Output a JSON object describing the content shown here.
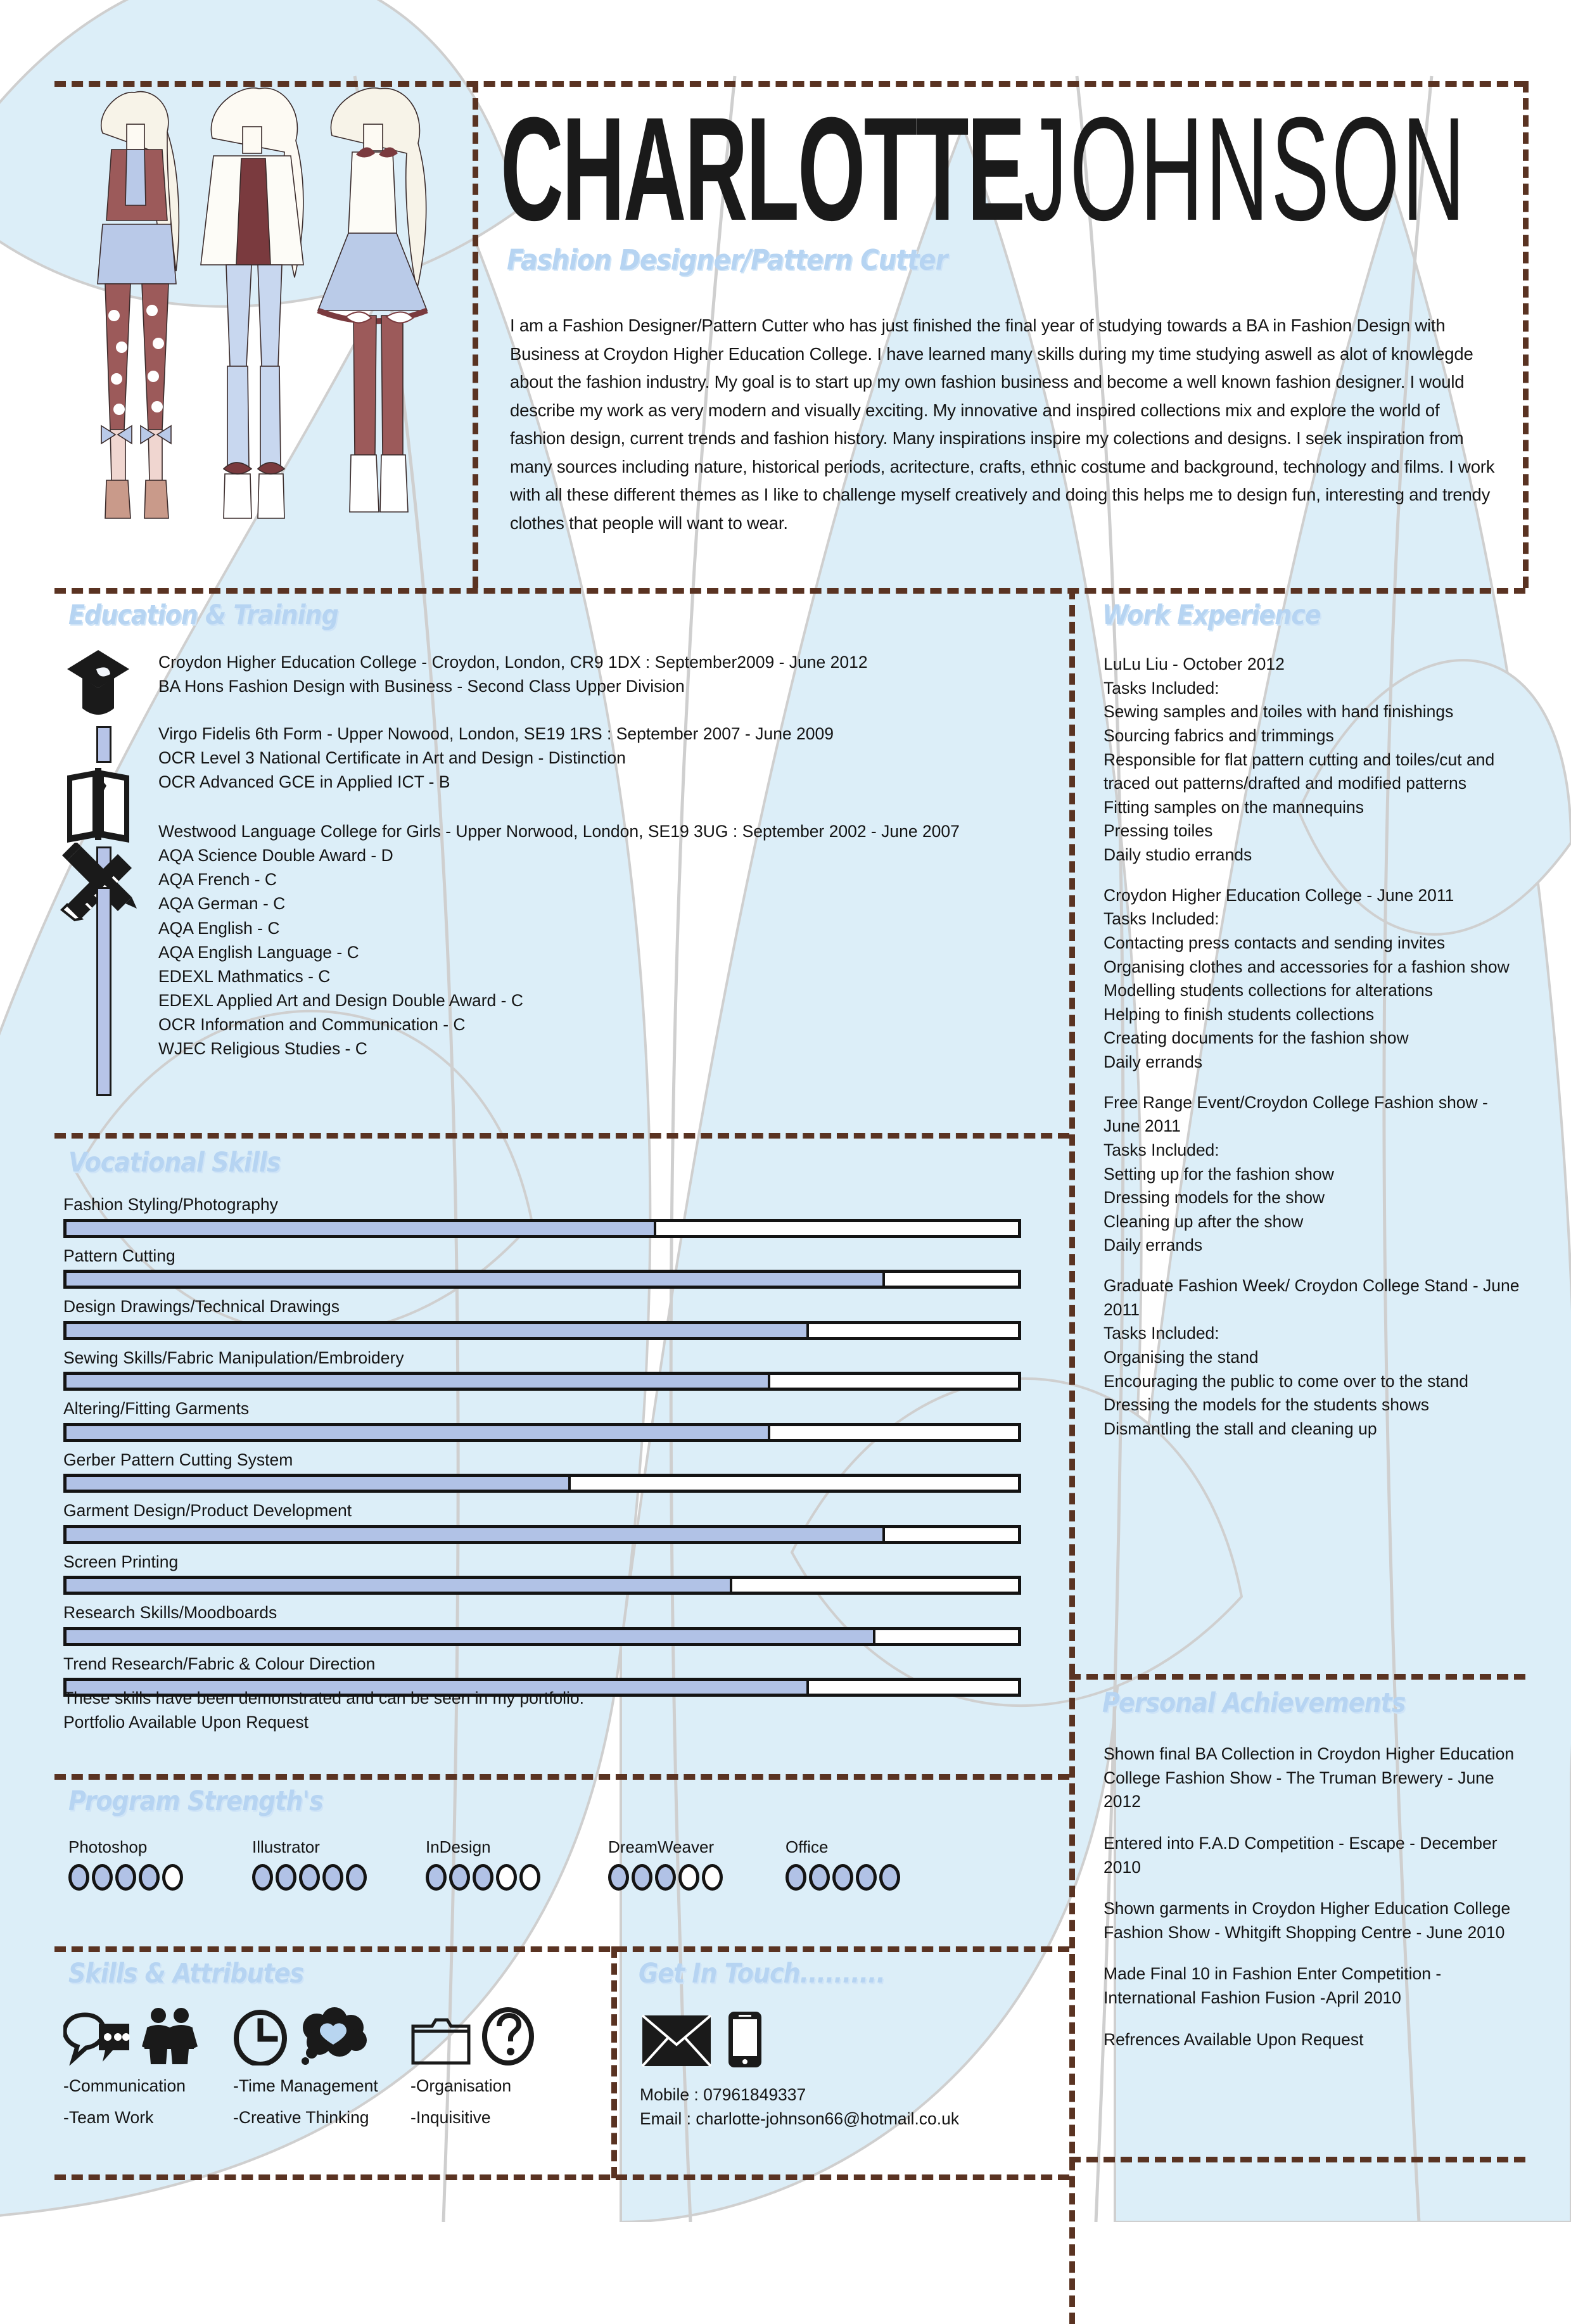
{
  "header": {
    "first_name": "CHARLOTTE",
    "last_name": "JOHNSON",
    "role": "Fashion Designer/Pattern Cutter",
    "intro": "I am a Fashion Designer/Pattern Cutter who has just finished the final year of studying towards a BA in Fashion Design with Business at Croydon Higher Education College. I have learned many skills during my time studying aswell as alot of knowlegde about the fashion industry. My goal is to start up my own fashion business and become a well known fashion designer. I would describe my work as very modern and visually exciting. My innovative and inspired collections mix and explore the world of fashion design, current trends and fashion history. Many inspirations inspire my colections and designs. I seek inspiration from many sources including nature, historical periods, acritecture, crafts, ethnic costume and background, technology and films. I work with all these different themes as I like to challenge myself creatively and doing this helps me to design fun, interesting and trendy clothes that people will want to wear."
  },
  "education": {
    "title": "Education & Training",
    "entries": [
      {
        "icon": "graduation-cap-icon",
        "institution": "Croydon Higher Education College - Croydon, London, CR9 1DX : September2009 - June 2012",
        "qualifications": [
          "BA Hons Fashion Design with Business - Second Class Upper Division"
        ]
      },
      {
        "icon": "open-book-icon",
        "institution": "Virgo Fidelis 6th Form - Upper Nowood, London, SE19 1RS : September 2007 - June 2009",
        "qualifications": [
          "OCR Level 3 National Certificate in Art and Design - Distinction",
          "OCR Advanced GCE in Applied ICT - B"
        ]
      },
      {
        "icon": "pencil-ruler-icon",
        "institution": "Westwood Language College for Girls - Upper Norwood, London, SE19 3UG : September 2002 - June 2007",
        "qualifications": [
          "AQA Science Double Award - D",
          "AQA French - C",
          "AQA German - C",
          "AQA English - C",
          "AQA English Language - C",
          "EDEXL Mathmatics - C",
          "EDEXL Applied Art and Design Double Award - C",
          "OCR Information and Communication - C",
          "WJEC Religious Studies - C"
        ]
      }
    ]
  },
  "vocational_skills": {
    "title": "Vocational Skills",
    "note_line_1": "These skills have been demonstrated and can be seen in my portfolio.",
    "note_line_2": "Portfolio Available Upon Request",
    "items": [
      {
        "label": "Fashion Styling/Photography",
        "percent": 62
      },
      {
        "label": "Pattern Cutting",
        "percent": 86
      },
      {
        "label": "Design Drawings/Technical Drawings",
        "percent": 78
      },
      {
        "label": "Sewing Skills/Fabric Manipulation/Embroidery",
        "percent": 74
      },
      {
        "label": "Altering/Fitting Garments",
        "percent": 74
      },
      {
        "label": "Gerber Pattern Cutting System",
        "percent": 53
      },
      {
        "label": "Garment Design/Product Development",
        "percent": 86
      },
      {
        "label": "Screen Printing",
        "percent": 70
      },
      {
        "label": "Research Skills/Moodboards",
        "percent": 85
      },
      {
        "label": "Trend Research/Fabric & Colour Direction",
        "percent": 78
      }
    ]
  },
  "program_strengths": {
    "title": "Program Strength's",
    "max": 5,
    "items": [
      {
        "name": "Photoshop",
        "rating": 4
      },
      {
        "name": "Illustrator",
        "rating": 5
      },
      {
        "name": "InDesign",
        "rating": 3
      },
      {
        "name": "DreamWeaver",
        "rating": 3
      },
      {
        "name": "Office",
        "rating": 5
      }
    ]
  },
  "skills_attributes": {
    "title": "Skills & Attributes",
    "groups": [
      {
        "icons": [
          "speech-bubbles-icon",
          "two-people-icon"
        ],
        "line1": "-Communication",
        "line2": "-Team Work"
      },
      {
        "icons": [
          "clock-icon",
          "thought-cloud-heart-icon"
        ],
        "line1": "-Time Management",
        "line2": "-Creative Thinking"
      },
      {
        "icons": [
          "folder-icon",
          "question-mark-icon"
        ],
        "line1": "-Organisation",
        "line2": "-Inquisitive"
      }
    ]
  },
  "get_in_touch": {
    "title": "Get In Touch..........",
    "icons": [
      "envelope-icon",
      "mobile-phone-icon"
    ],
    "mobile": "Mobile : 07961849337",
    "email": "Email : charlotte-johnson66@hotmail.co.uk"
  },
  "work_experience": {
    "title": "Work Experience",
    "blocks": [
      {
        "heading": "LuLu Liu - October 2012",
        "tasks_label": "Tasks Included:",
        "tasks": [
          "Sewing samples and toiles with hand finishings",
          "Sourcing fabrics and trimmings",
          "Responsible for flat pattern cutting and toiles/cut and traced out patterns/drafted and modified patterns",
          "Fitting samples on the mannequins",
          "Pressing toiles",
          "Daily studio errands"
        ]
      },
      {
        "heading": "Croydon Higher Education College - June 2011",
        "tasks_label": "Tasks Included:",
        "tasks": [
          "Contacting press contacts and sending invites",
          "Organising clothes and accessories for a fashion show",
          "Modelling students collections for alterations",
          "Helping to finish students collections",
          "Creating documents for the fashion show",
          "Daily errands"
        ]
      },
      {
        "heading": "Free Range Event/Croydon College Fashion show - June 2011",
        "tasks_label": "Tasks Included:",
        "tasks": [
          "Setting up for the fashion show",
          "Dressing models for the show",
          "Cleaning up after the show",
          "Daily errands"
        ]
      },
      {
        "heading": "Graduate Fashion Week/ Croydon College Stand - June 2011",
        "tasks_label": "Tasks Included:",
        "tasks": [
          "Organising the stand",
          "Encouraging the public to come over to the stand",
          "Dressing the models for the students shows",
          "Dismantling the stall and cleaning up"
        ]
      }
    ]
  },
  "personal_achievements": {
    "title": "Personal Achievements",
    "items": [
      "Shown final BA Collection in Croydon Higher Education College Fashion Show - The Truman Brewery - June 2012",
      "Entered into F.A.D Competition - Escape - December 2010",
      "Shown garments in Croydon Higher Education College Fashion Show - Whitgift Shopping Centre - June 2010",
      "Made Final 10 in Fashion Enter Competition - International Fashion Fusion -April 2010",
      "Refrences Available Upon Request"
    ]
  },
  "illustration": {
    "caption": "fashion-illustration-three-figures"
  },
  "colors": {
    "accent_heading": "#b6d4f2",
    "bar_fill": "#b1c2e6",
    "dash": "#5a3322",
    "bg_tint": "#ddeef7"
  }
}
